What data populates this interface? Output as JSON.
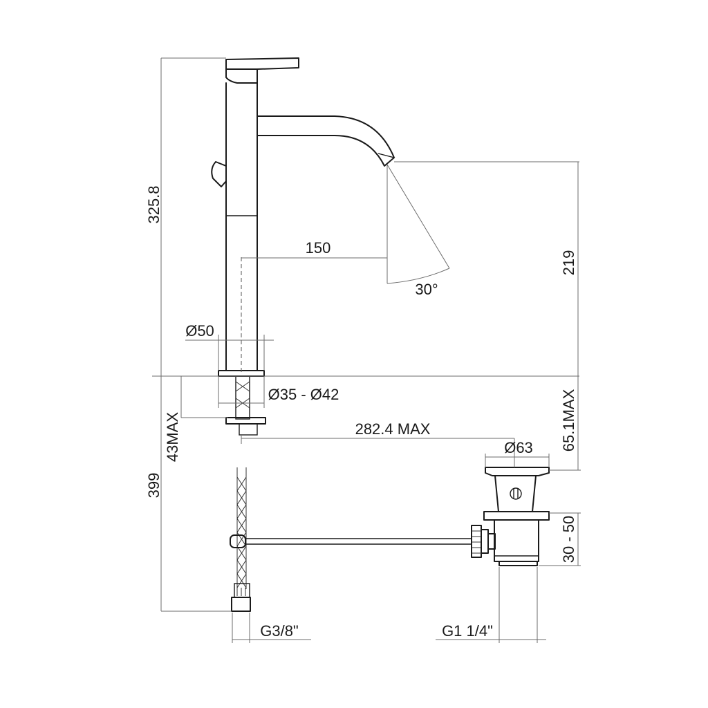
{
  "dimensions": {
    "total_height": "325.8",
    "spout_reach": "150",
    "spout_angle": "30°",
    "spout_height": "219",
    "base_diameter": "Ø50",
    "hole_diameter": "Ø35 - Ø42",
    "deck_thickness": "43MAX",
    "rod_reach": "282.4 MAX",
    "waste_head_diameter": "Ø63",
    "basin_thickness": "65.1MAX",
    "hose_length": "399",
    "waste_range": "30 - 50",
    "hose_thread": "G3/8\"",
    "waste_thread": "G1 1/4\""
  }
}
